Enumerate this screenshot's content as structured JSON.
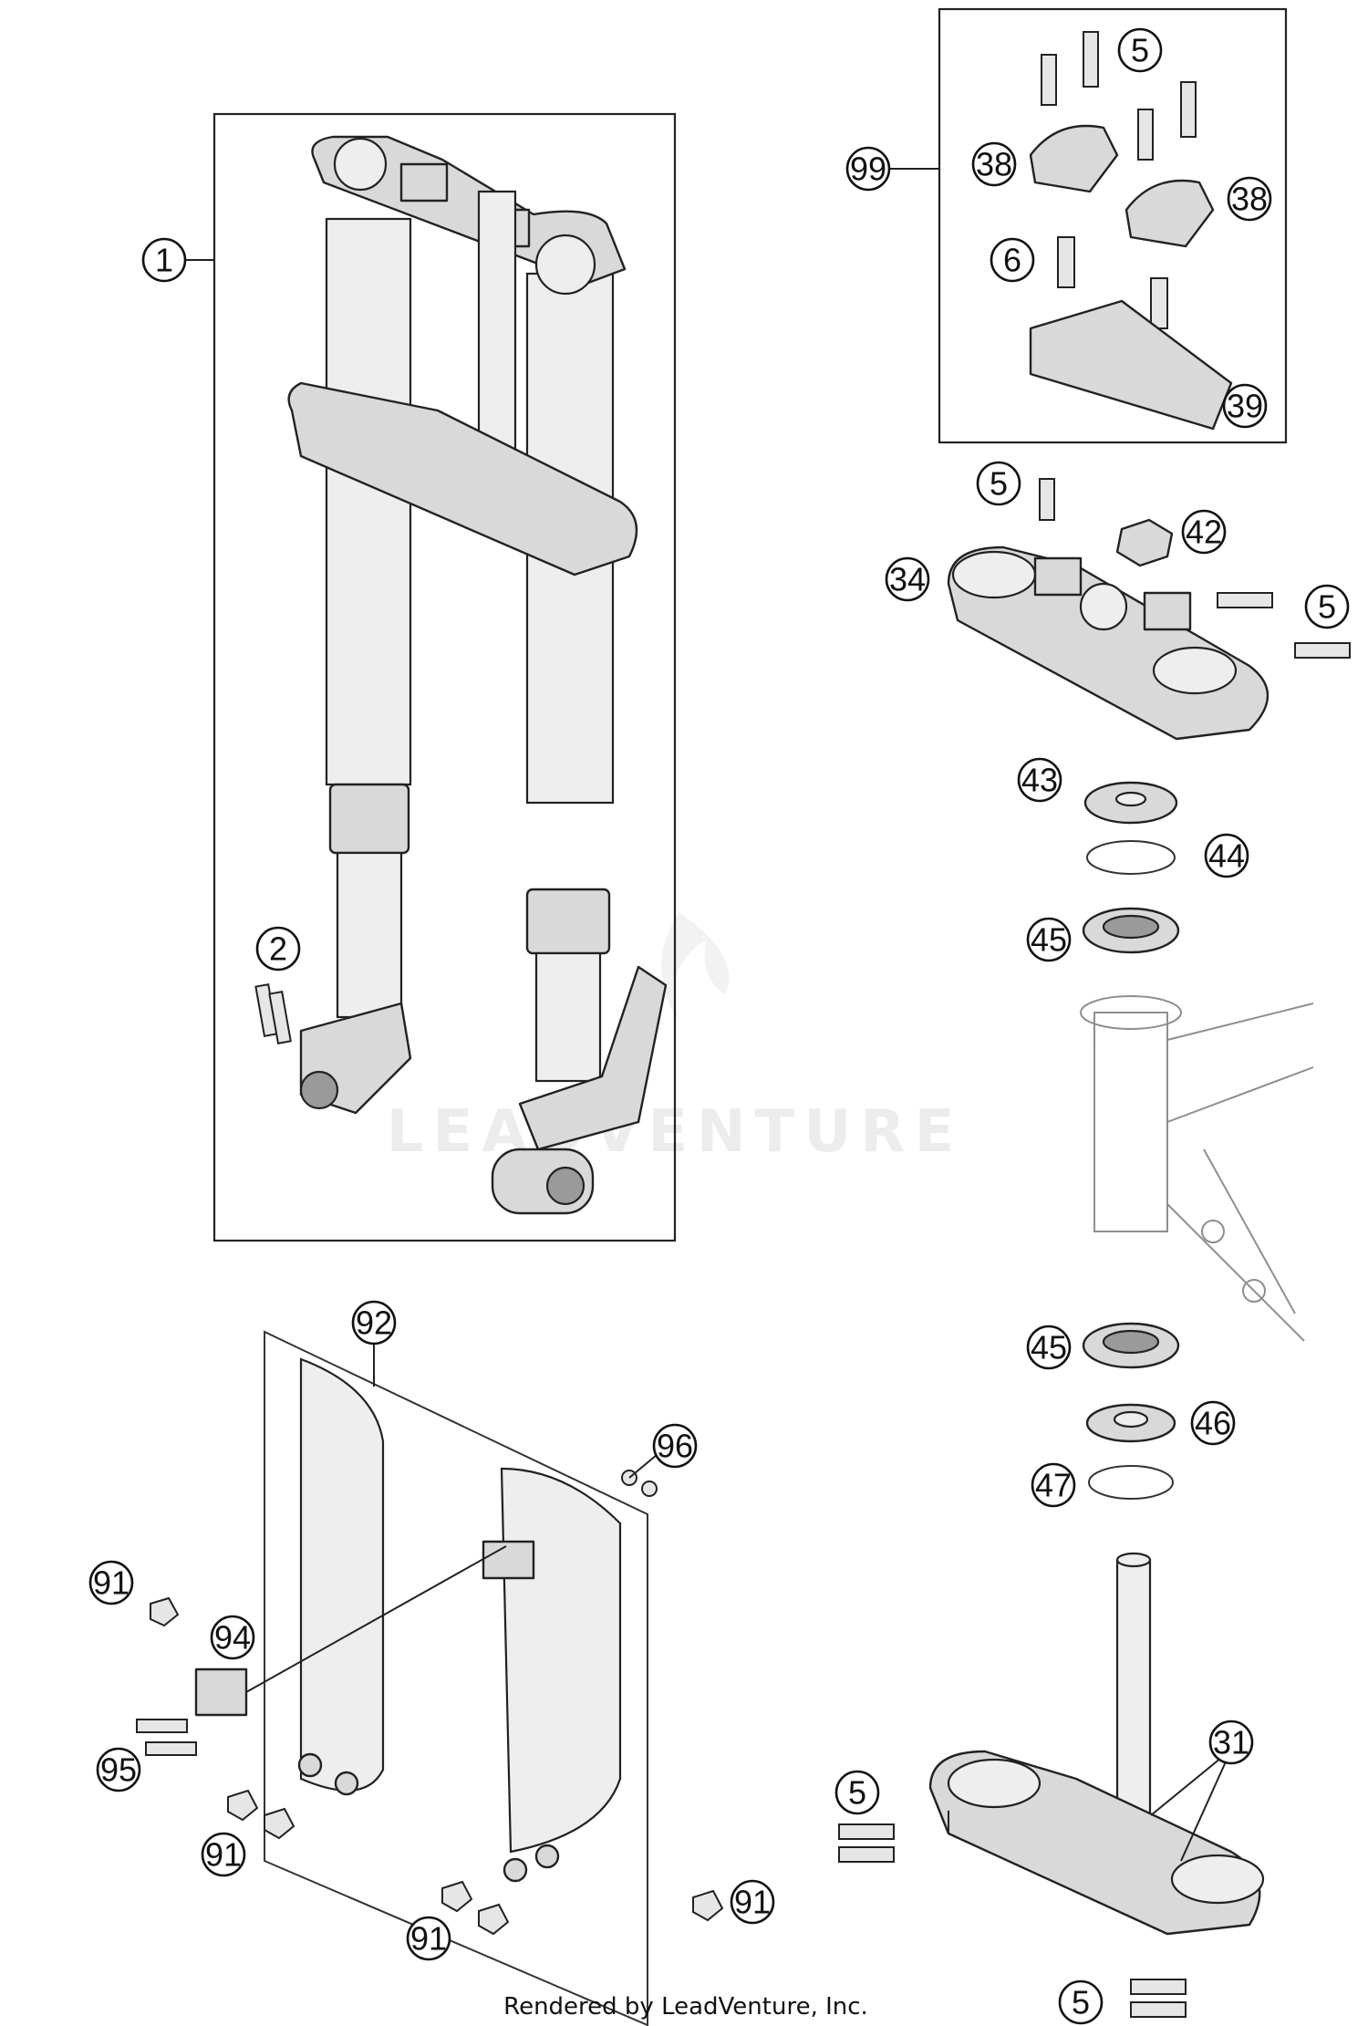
{
  "footer": "Rendered by LeadVenture, Inc.",
  "watermark": "LEADVENTURE",
  "callouts": {
    "c1": "1",
    "c2": "2",
    "c5a": "5",
    "c38a": "38",
    "c38b": "38",
    "c6": "6",
    "c39": "39",
    "c99": "99",
    "c5b": "5",
    "c42": "42",
    "c34": "34",
    "c5c": "5",
    "c43": "43",
    "c44": "44",
    "c45a": "45",
    "c45b": "45",
    "c46": "46",
    "c47": "47",
    "c31": "31",
    "c5d": "5",
    "c5e": "5",
    "c92": "92",
    "c96": "96",
    "c91a": "91",
    "c94": "94",
    "c95": "95",
    "c91b": "91",
    "c91c": "91",
    "c91d": "91"
  }
}
